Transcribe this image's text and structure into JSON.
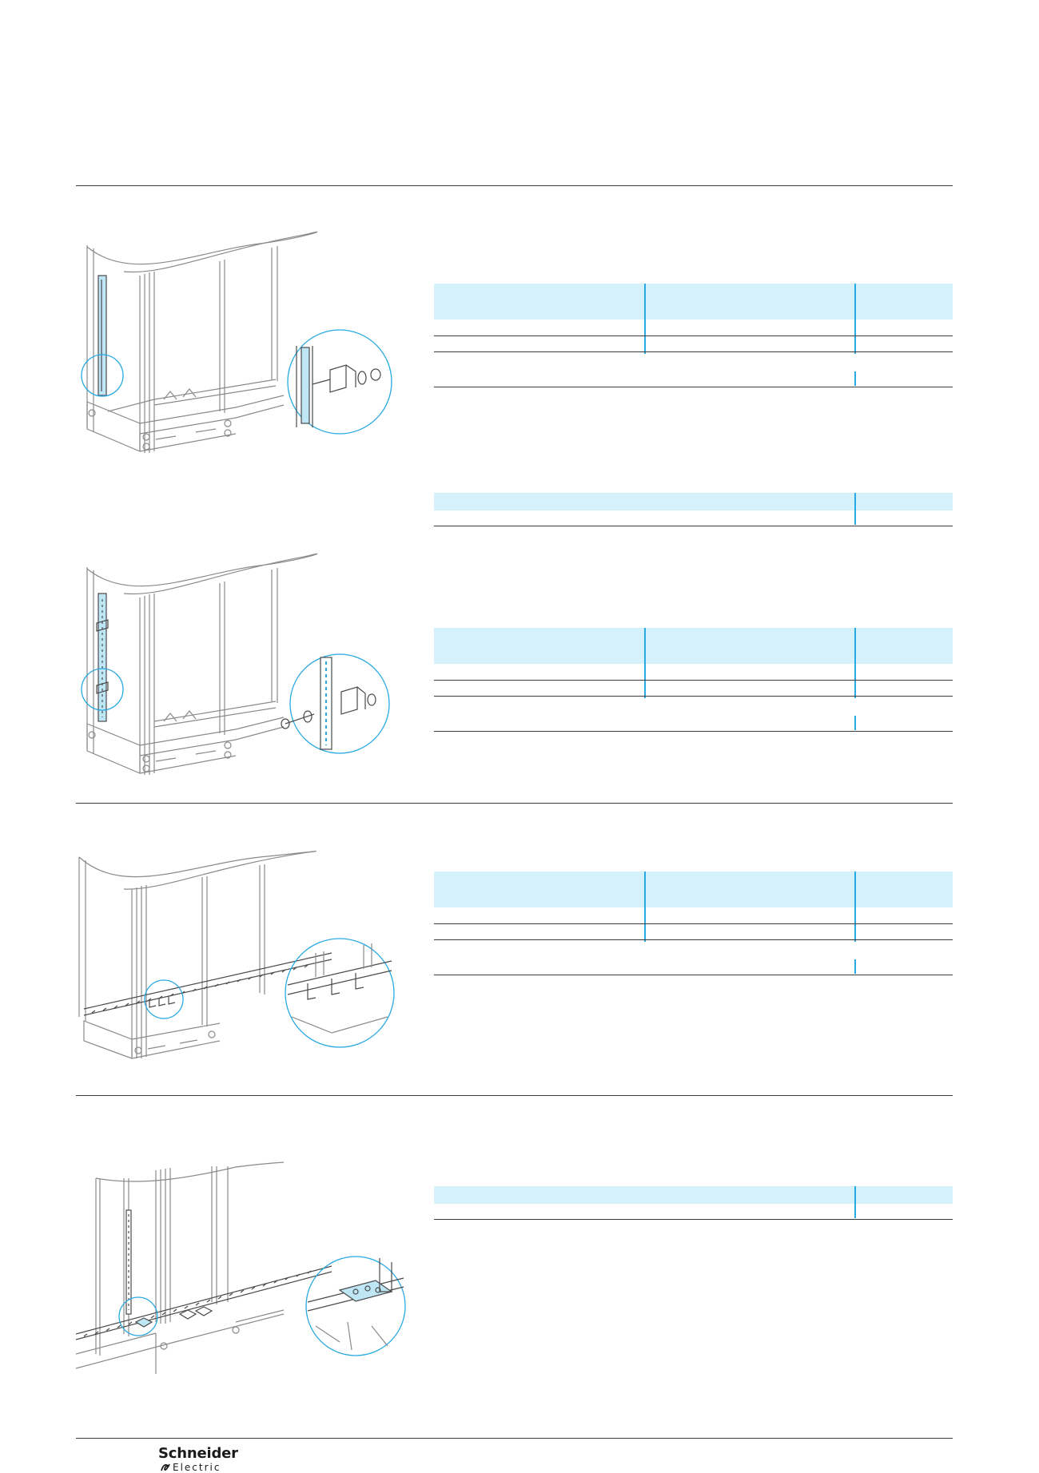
{
  "logo": {
    "brand": "Schneider",
    "sub": "Electric"
  },
  "colors": {
    "header_fill": "#d4f1fc",
    "accent": "#29a9e1",
    "rule": "#3a3a3a",
    "drawing_line": "#8a8a8a",
    "part_fill": "#bfe6f5"
  },
  "illustrations": [
    {
      "name": "vertical-upright-bracket-mounting",
      "detail": "bracket-bolt-washer-nut"
    },
    {
      "name": "perforated-upright-bracket-mounting",
      "detail": "bolt-bracket-nut"
    },
    {
      "name": "horizontal-rail-brackets",
      "detail": "rail-brackets-closeup"
    },
    {
      "name": "corner-bracket-rail-assembly",
      "detail": "corner-plate-closeup"
    }
  ]
}
